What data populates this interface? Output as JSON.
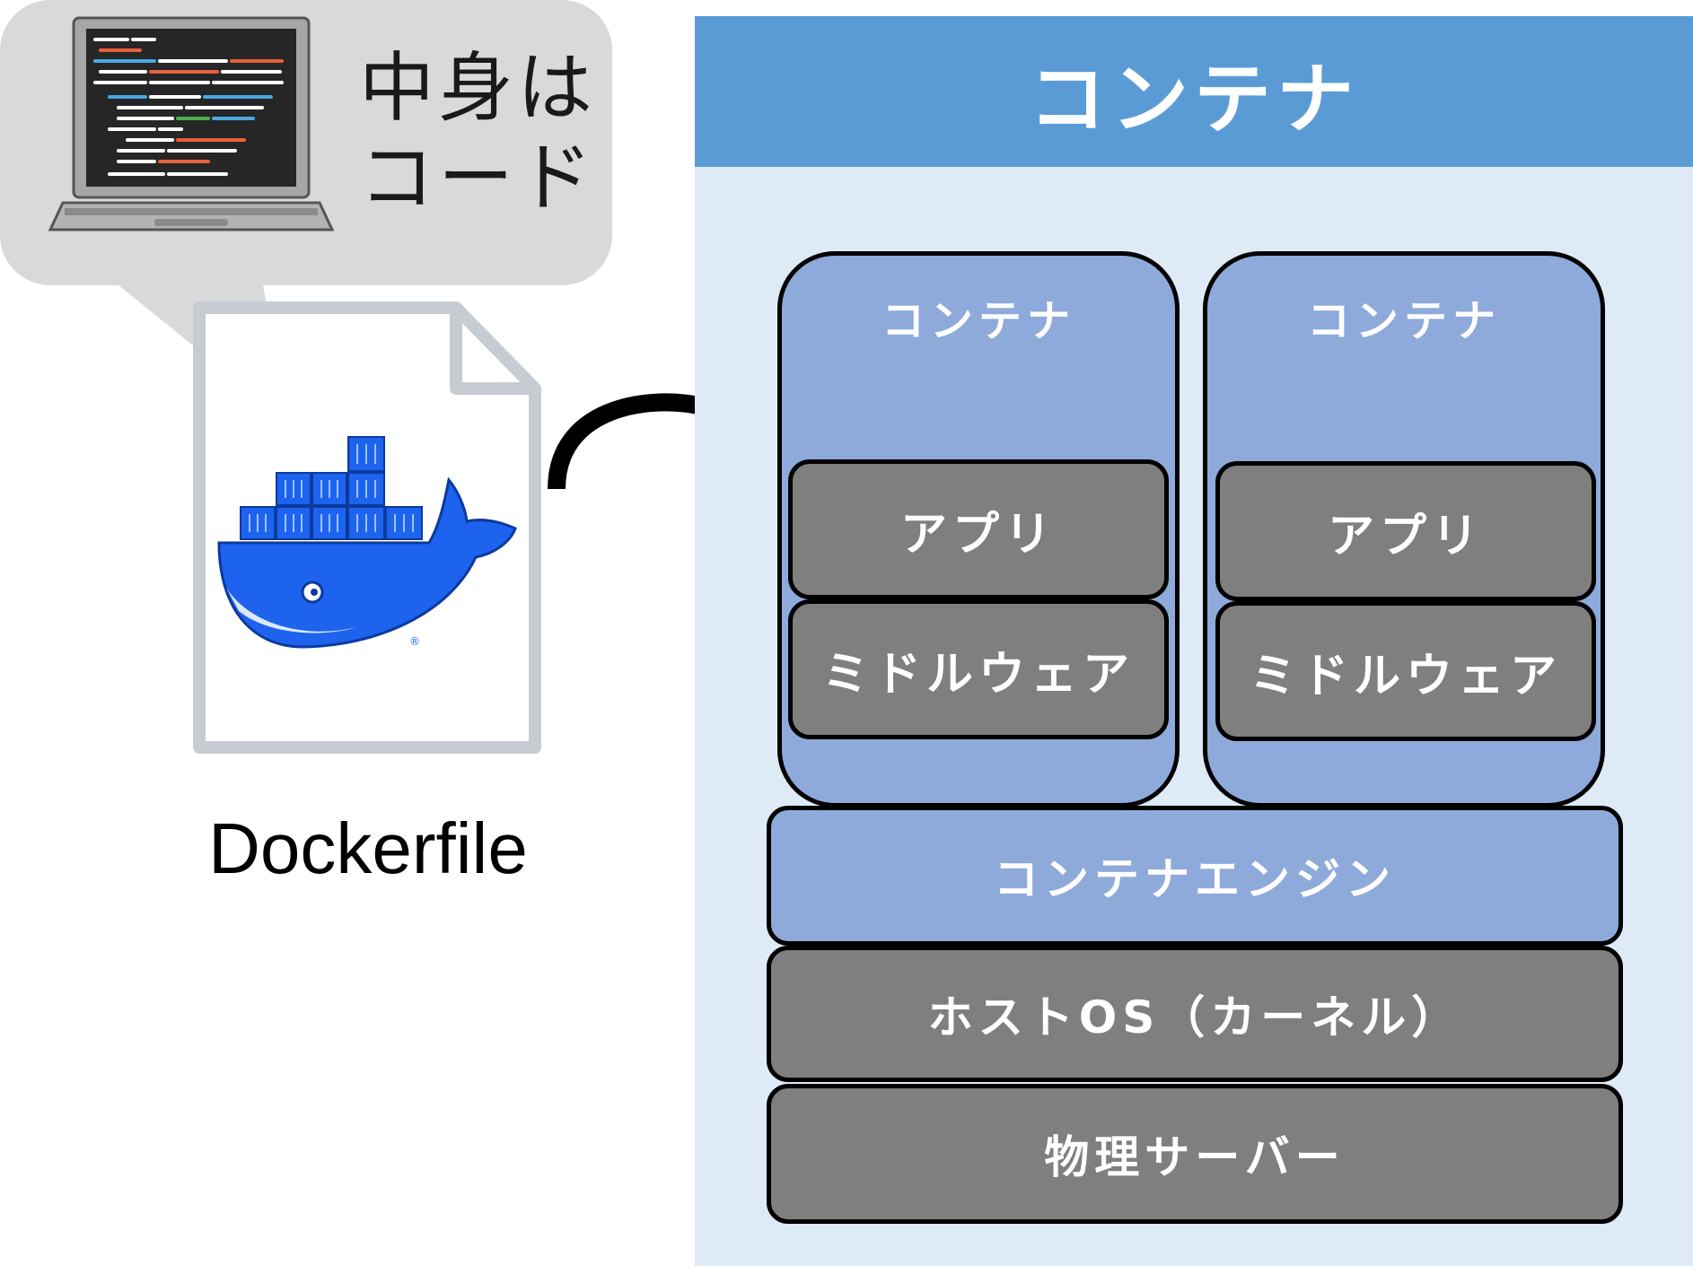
{
  "bubble": {
    "line1": "中身は",
    "line2": "コード"
  },
  "dockerfile": {
    "label": "Dockerfile"
  },
  "panel": {
    "title": "コンテナ"
  },
  "containers": [
    {
      "title": "コンテナ",
      "app": "アプリ",
      "middleware": "ミドルウェア"
    },
    {
      "title": "コンテナ",
      "app": "アプリ",
      "middleware": "ミドルウェア"
    }
  ],
  "layers": {
    "engine": "コンテナエンジン",
    "host_os": "ホストOS（カーネル）",
    "server": "物理サーバー"
  },
  "colors": {
    "panel_bg": "#deeaf6",
    "header": "#5b9bd5",
    "container": "#8eaadb",
    "dark_layer": "#7f7f7f",
    "docker_blue": "#1d63ed"
  }
}
